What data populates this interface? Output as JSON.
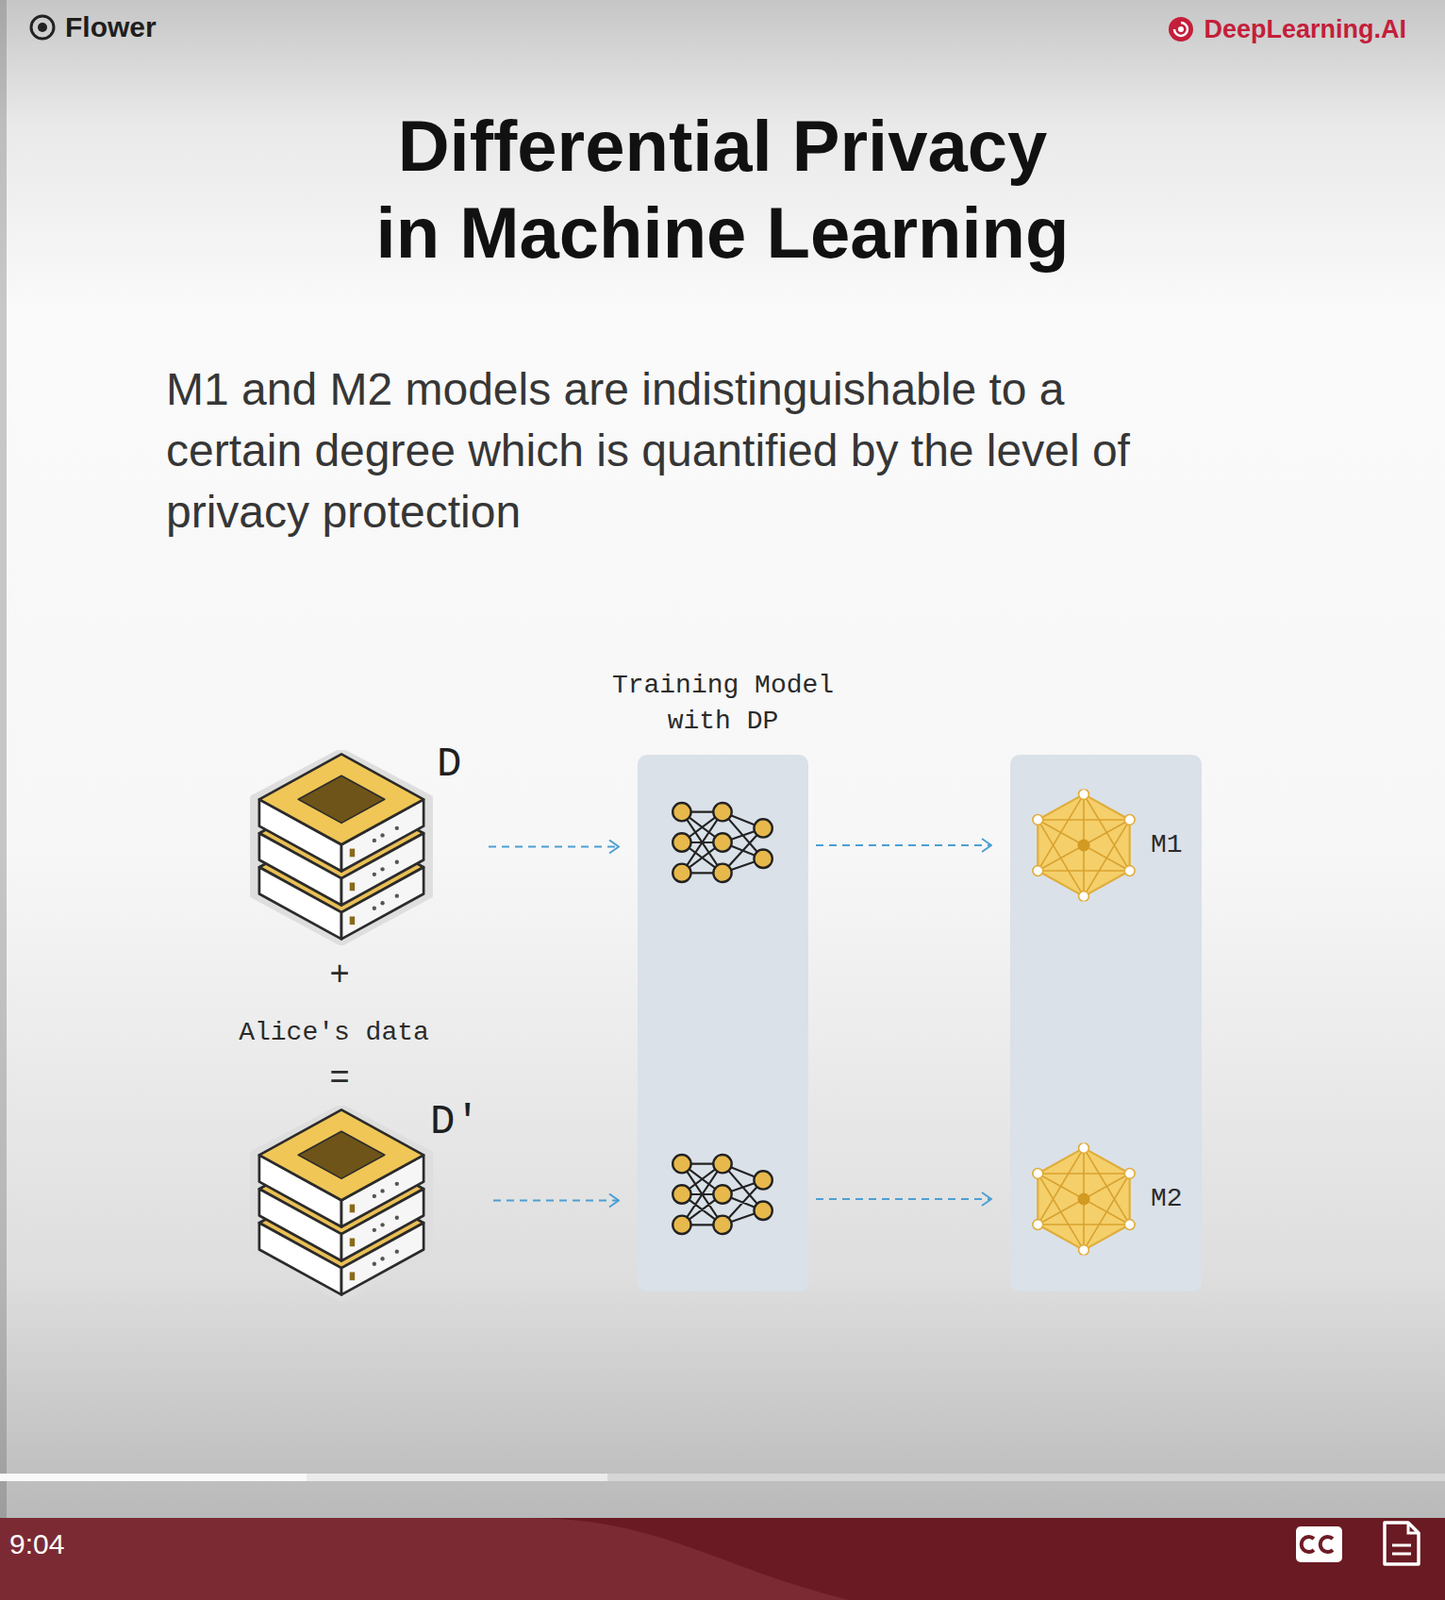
{
  "diagram": {
    "title": "Differential Privacy in Machine Learning",
    "nodes": [
      {
        "text": [
          "D"
        ]
      },
      {
        "text": [
          "Training Model with DP"
        ]
      },
      {
        "text": [
          "M1"
        ]
      },
      {
        "text": [
          "D'"
        ]
      },
      {
        "text": [
          "M2"
        ]
      }
    ],
    "edges": [
      {
        "from": 0,
        "to": 1,
        "arrow": "to"
      },
      {
        "from": 1,
        "to": 2,
        "arrow": "to"
      },
      {
        "from": 3,
        "to": 1,
        "arrow": "to"
      },
      {
        "from": 1,
        "to": 4,
        "arrow": "to"
      }
    ],
    "labels": [
      "Flower",
      "DeepLearning.AI",
      "M1 and M2 models are indistinguishable to a certain degree which is quantified by the level of privacy protection",
      "+",
      "Alice's data",
      "=",
      "9:04"
    ]
  }
}
